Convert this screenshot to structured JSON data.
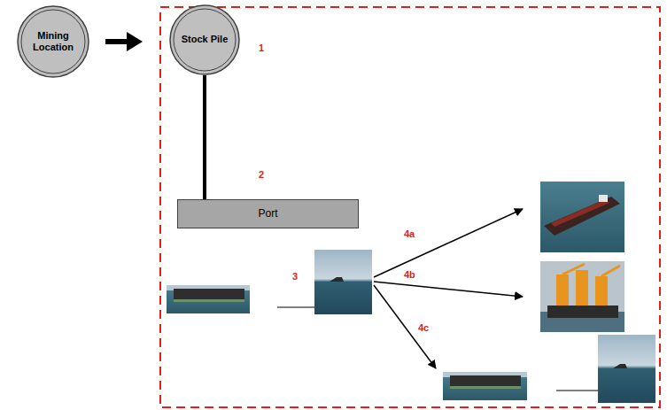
{
  "diagram": {
    "nodes": [
      {
        "text": [
          "Mining Location"
        ]
      },
      {
        "text": [
          "Stock Pile"
        ]
      },
      {
        "text": [
          "Port"
        ]
      }
    ],
    "edges": [
      {
        "from": 0,
        "to": 1,
        "arrow": "to"
      },
      {
        "from": 1,
        "to": 2,
        "arrow": "none"
      }
    ],
    "labels": [
      "1",
      "2",
      "3",
      "4a",
      "4b",
      "4c"
    ]
  }
}
